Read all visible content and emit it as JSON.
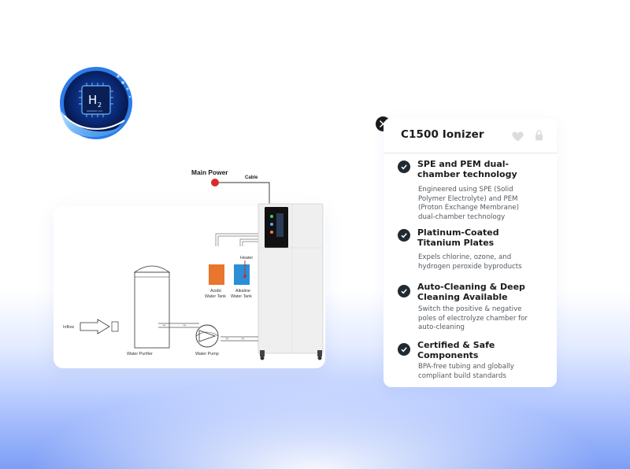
{
  "panel": {
    "title": "C1500 Ionizer",
    "features": [
      {
        "title": "SPE and PEM dual-chamber technology",
        "title_lines": [
          "SPE and PEM dual-",
          "chamber technology"
        ],
        "desc_lines": [
          "Engineered using SPE (Solid",
          "Polymer Electrolyte) and PEM",
          "(Proton Exchange Membrane)",
          "dual-chamber technology"
        ]
      },
      {
        "title": "Platinum-Coated Titanium Plates",
        "title_lines": [
          "Platinum-Coated",
          "Titanium Plates"
        ],
        "desc_lines": [
          "Expels chlorine, ozone, and",
          "hydrogen peroxide byproducts"
        ]
      },
      {
        "title": "Auto-Cleaning & Deep Cleaning Available",
        "title_lines": [
          "Auto-Cleaning & Deep",
          "Cleaning Available"
        ],
        "desc_lines": [
          "Switch the positive & negative",
          "poles of electrolyze chamber for",
          "auto-cleaning"
        ]
      },
      {
        "title": "Certified & Safe Components",
        "title_lines": [
          "Certified & Safe",
          "Components"
        ],
        "desc_lines": [
          "BPA-free tubing and globally",
          "compliant build standards"
        ]
      }
    ]
  },
  "logo": {
    "main": "H",
    "sub": "2",
    "caption": "AlkaVital.com"
  },
  "diagram": {
    "main_power": "Main Power",
    "cable": "Cable",
    "heater": "Heater",
    "acidic_1": "Acidic",
    "acidic_2": "Water Tank",
    "alkaline_1": "Alkaline",
    "alkaline_2": "Water Tank",
    "inflow": "Inflow",
    "water_purifier": "Water Purifier",
    "water_pump": "Water Pump"
  },
  "icons": {
    "close": "close-icon",
    "favorite": "heart-icon",
    "lock": "lock-icon",
    "check": "check-circle-icon"
  },
  "colors": {
    "accent_dark": "#1f2a33",
    "acidic_tank": "#e8762d",
    "alkaline_tank": "#2a8fd6",
    "power_dot": "#d92b2b",
    "logo_blue": "#1d6fe0"
  }
}
